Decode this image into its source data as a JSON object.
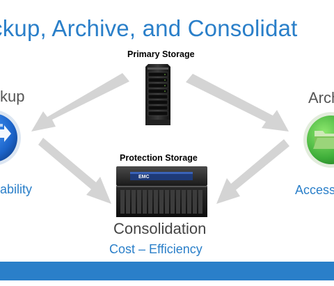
{
  "title": "ckup, Archive, and Consolidat",
  "nodes": {
    "primary_storage": {
      "label": "Primary Storage"
    },
    "protection_storage": {
      "label": "Protection Storage",
      "brand": "EMC"
    },
    "backup": {
      "title": "kup",
      "subtitle": "ability"
    },
    "archive": {
      "title": "Arch",
      "subtitle": "Access"
    },
    "consolidation": {
      "title": "Consolidation",
      "subtitle": "Cost – Efficiency"
    }
  },
  "colors": {
    "title_blue": "#2a7fc9",
    "arrow_gray": "#d4d4d4",
    "archive_green": "#3fae3a",
    "backup_blue": "#1f6fd0",
    "footer_blue": "#2a7fc9"
  },
  "icons": {
    "backup": "backup-sync-icon",
    "archive": "folder-icon",
    "primary": "server-tower-icon",
    "protection": "storage-array-icon"
  }
}
